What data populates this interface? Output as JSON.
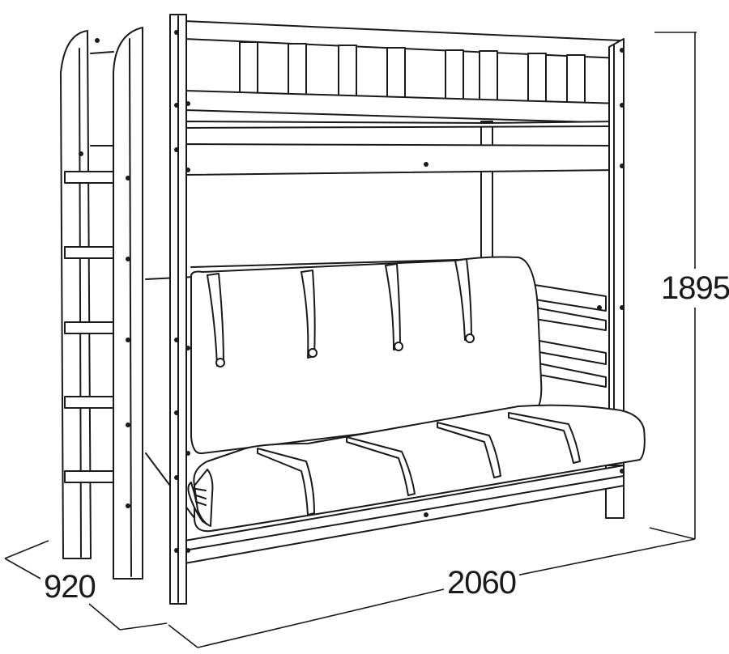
{
  "dimensions": {
    "height": "1895",
    "width": "2060",
    "depth": "920"
  },
  "colors": {
    "line": "#1a1a1a",
    "fill": "#ffffff"
  }
}
